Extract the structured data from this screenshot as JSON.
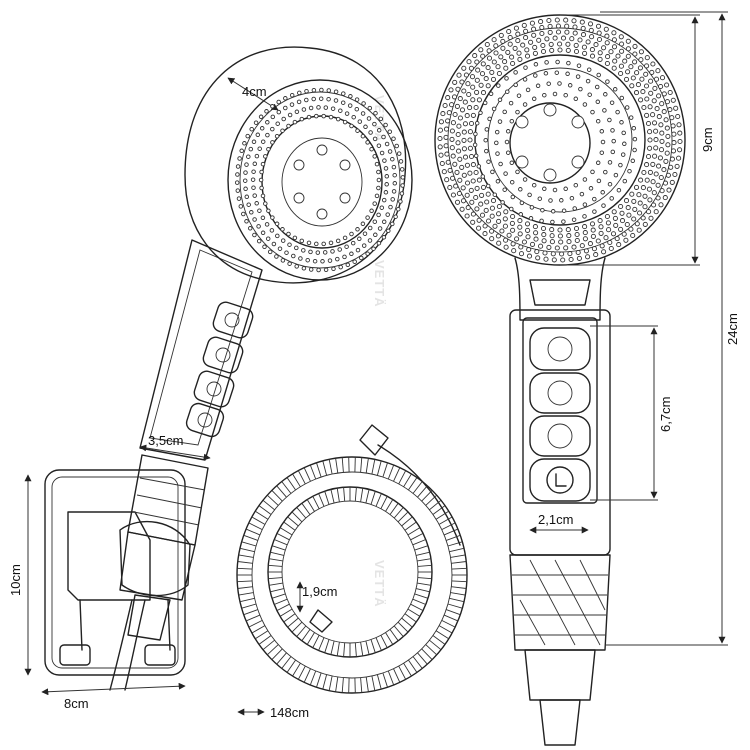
{
  "dimensions": {
    "head_depth": "4cm",
    "handle_width": "3,5cm",
    "holder_height": "10cm",
    "holder_width": "8cm",
    "hose_diameter": "1,9cm",
    "hose_length": "148cm",
    "head_diameter": "9cm",
    "total_length": "24cm",
    "button_panel_height": "6,7cm",
    "button_width": "2,1cm"
  },
  "watermark": "VETTÄ",
  "icons": {
    "button_1": "rain-spray-icon",
    "button_2": "massage-spray-icon",
    "button_3": "mist-spray-icon",
    "button_4": "power-icon"
  },
  "colors": {
    "line": "#222222",
    "background": "#ffffff",
    "watermark": "#e4e4e4"
  }
}
